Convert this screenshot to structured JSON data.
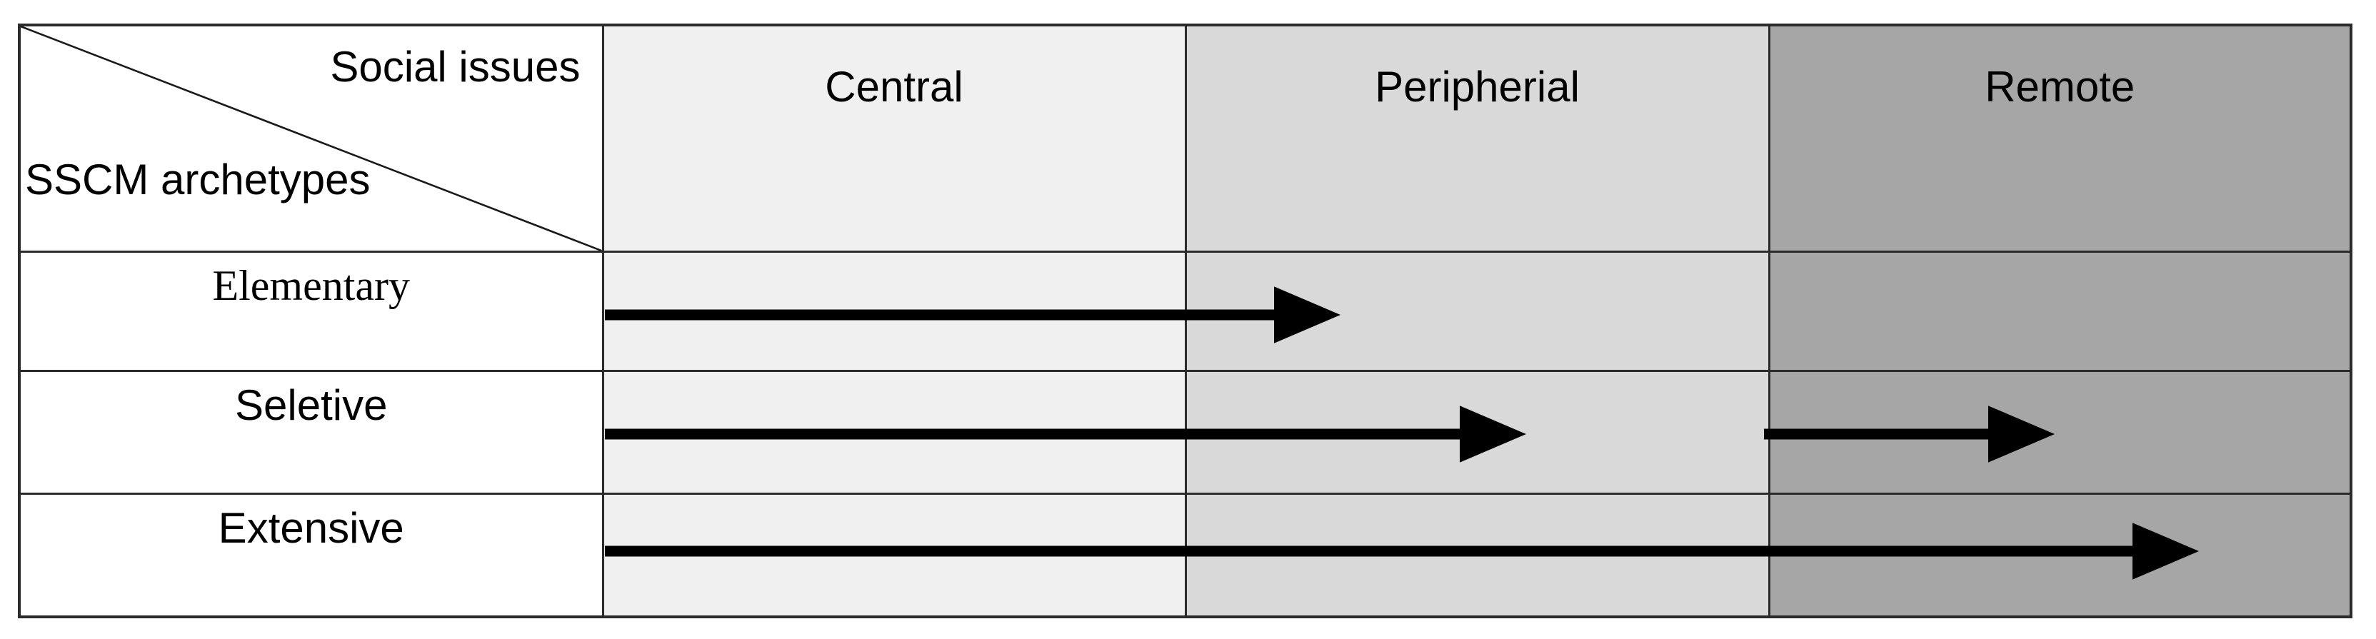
{
  "diagram": {
    "corner": {
      "column_axis_label": "Social issues",
      "row_axis_label": "SSCM archetypes"
    },
    "columns": [
      {
        "key": "central",
        "label": "Central",
        "bg": "#f0f0f0"
      },
      {
        "key": "peripheral",
        "label": "Peripherial",
        "bg": "#d9d9d9"
      },
      {
        "key": "remote",
        "label": "Remote",
        "bg": "#a6a6a6"
      }
    ],
    "rows": [
      {
        "key": "elementary",
        "label": "Elementary"
      },
      {
        "key": "selective",
        "label": "Seletive"
      },
      {
        "key": "extensive",
        "label": "Extensive"
      }
    ],
    "arrow_color": "#000000",
    "border_color": "#2b2b2b"
  },
  "chart_data": {
    "type": "table",
    "title": "",
    "xlabel": "Social issues",
    "ylabel": "SSCM archetypes",
    "categories": [
      "Central",
      "Peripherial",
      "Remote"
    ],
    "row_categories": [
      "Elementary",
      "Seletive",
      "Extensive"
    ],
    "legend": [],
    "annotations": [
      {
        "row": "Elementary",
        "kind": "arrow",
        "starts_at": "Central",
        "ends_in": "Peripherial",
        "coverage_fraction": 0.4,
        "description": "Arrow spans from the start of the Central column to the first part of the Peripherial column."
      },
      {
        "row": "Seletive",
        "kind": "arrow",
        "starts_at": "Central",
        "ends_in": "Peripherial",
        "coverage_fraction": 0.52,
        "description": "Arrow spans from the start of the Central column through most of the Peripherial column."
      },
      {
        "row": "Seletive",
        "kind": "arrow",
        "starts_at": "Remote",
        "ends_in": "Remote",
        "coverage_fraction": 0.14,
        "description": "Second, separate arrow starting at the Remote column boundary and ending part way into Remote."
      },
      {
        "row": "Extensive",
        "kind": "arrow",
        "starts_at": "Central",
        "ends_in": "Remote",
        "coverage_fraction": 0.88,
        "description": "Arrow spans from the start of the Central column across Peripherial and into Remote."
      }
    ],
    "grid": true,
    "legend_position": "none"
  }
}
